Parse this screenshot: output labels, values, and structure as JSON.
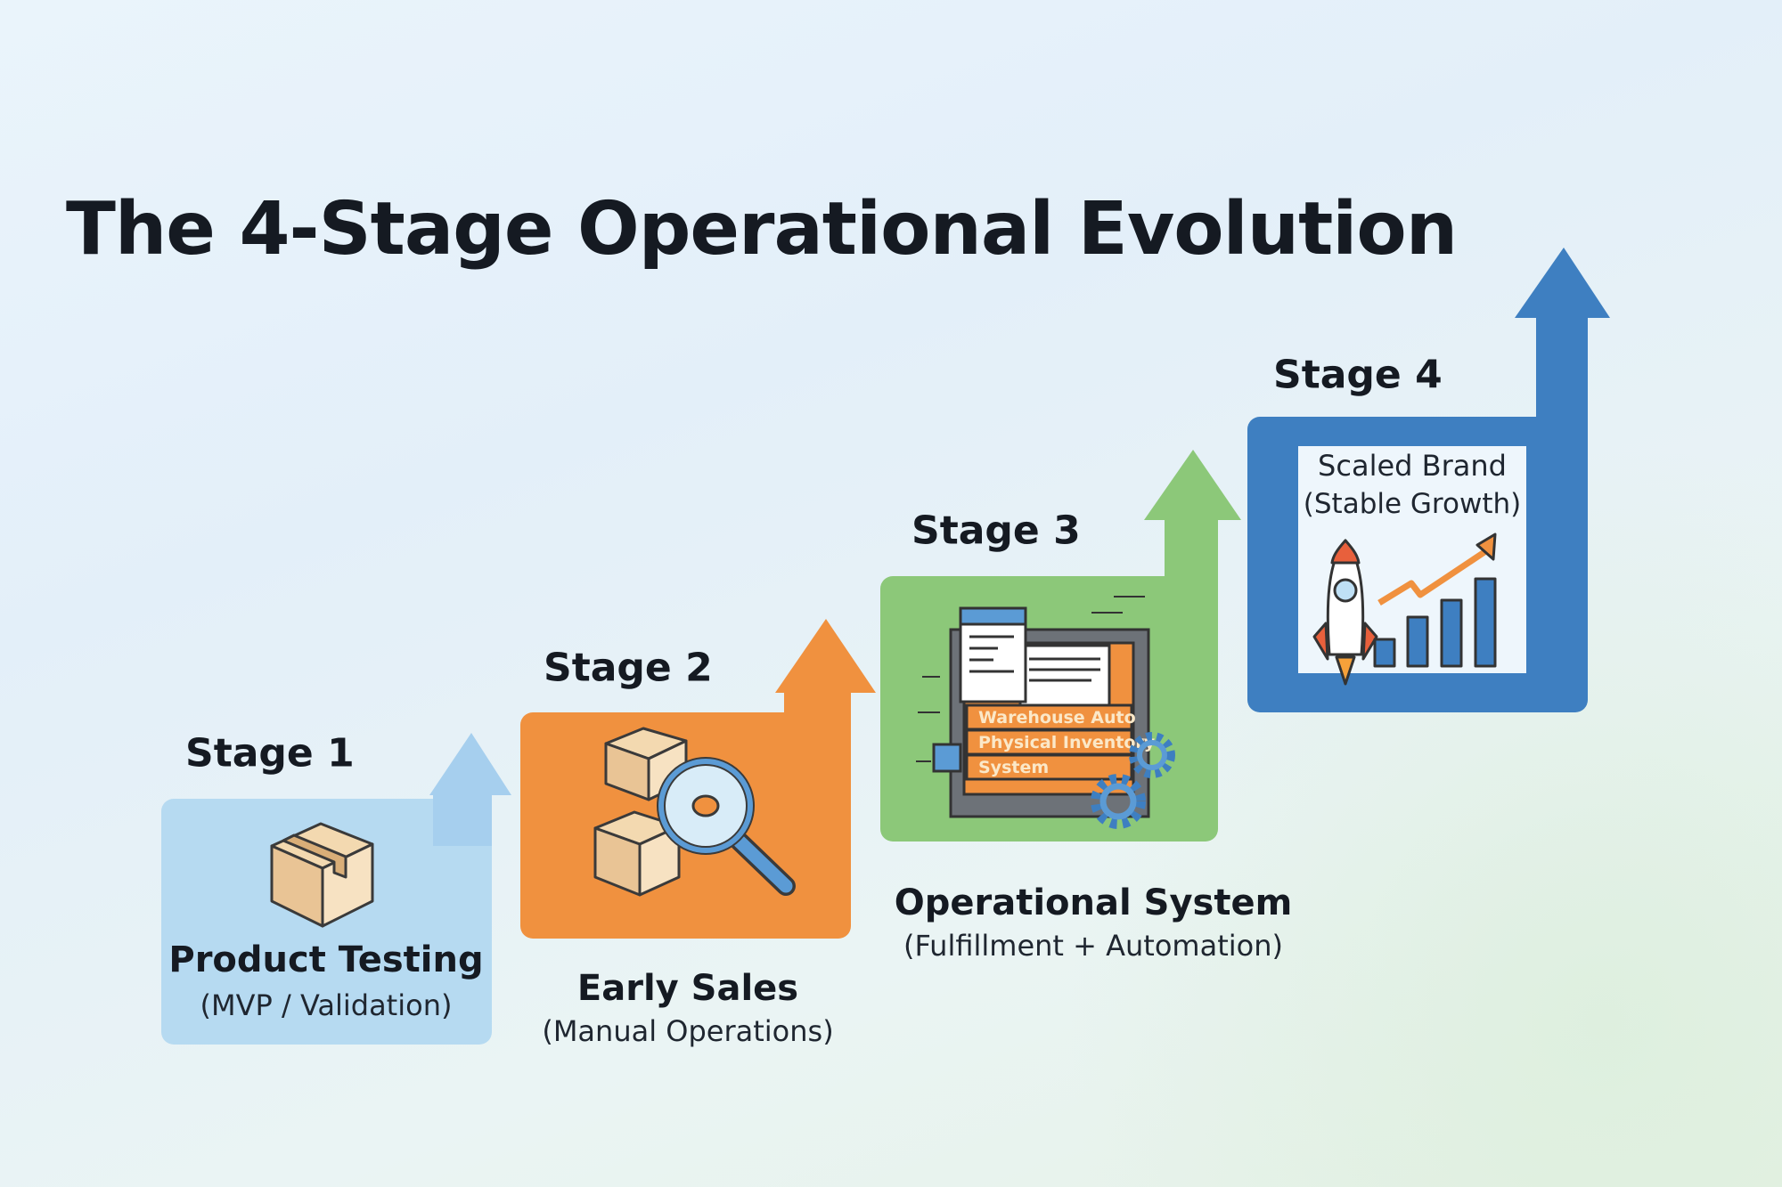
{
  "title": "The 4-Stage Operational Evolution",
  "colors": {
    "stage1": "#b6daf1",
    "stage1_arrow": "#a6cfee",
    "stage2": "#f0913f",
    "stage3": "#8cc879",
    "stage4": "#3e7fc1",
    "text": "#151a22"
  },
  "stages": [
    {
      "label": "Stage 1",
      "name": "Product Testing",
      "detail": "(MVP / Validation)",
      "icon": "package-box-icon"
    },
    {
      "label": "Stage 2",
      "name": "Early Sales",
      "detail": "(Manual Operations)",
      "icon": "boxes-magnifier-icon"
    },
    {
      "label": "Stage 3",
      "name": "Operational System",
      "detail": "(Fulfillment + Automation)",
      "icon": "warehouse-system-gears-icon",
      "icon_text": [
        "Warehouse Auto",
        "Physical Inventory",
        "System"
      ]
    },
    {
      "label": "Stage 4",
      "name": "Scaled Brand",
      "detail": "(Stable Growth)",
      "icon": "rocket-growth-chart-icon"
    }
  ]
}
